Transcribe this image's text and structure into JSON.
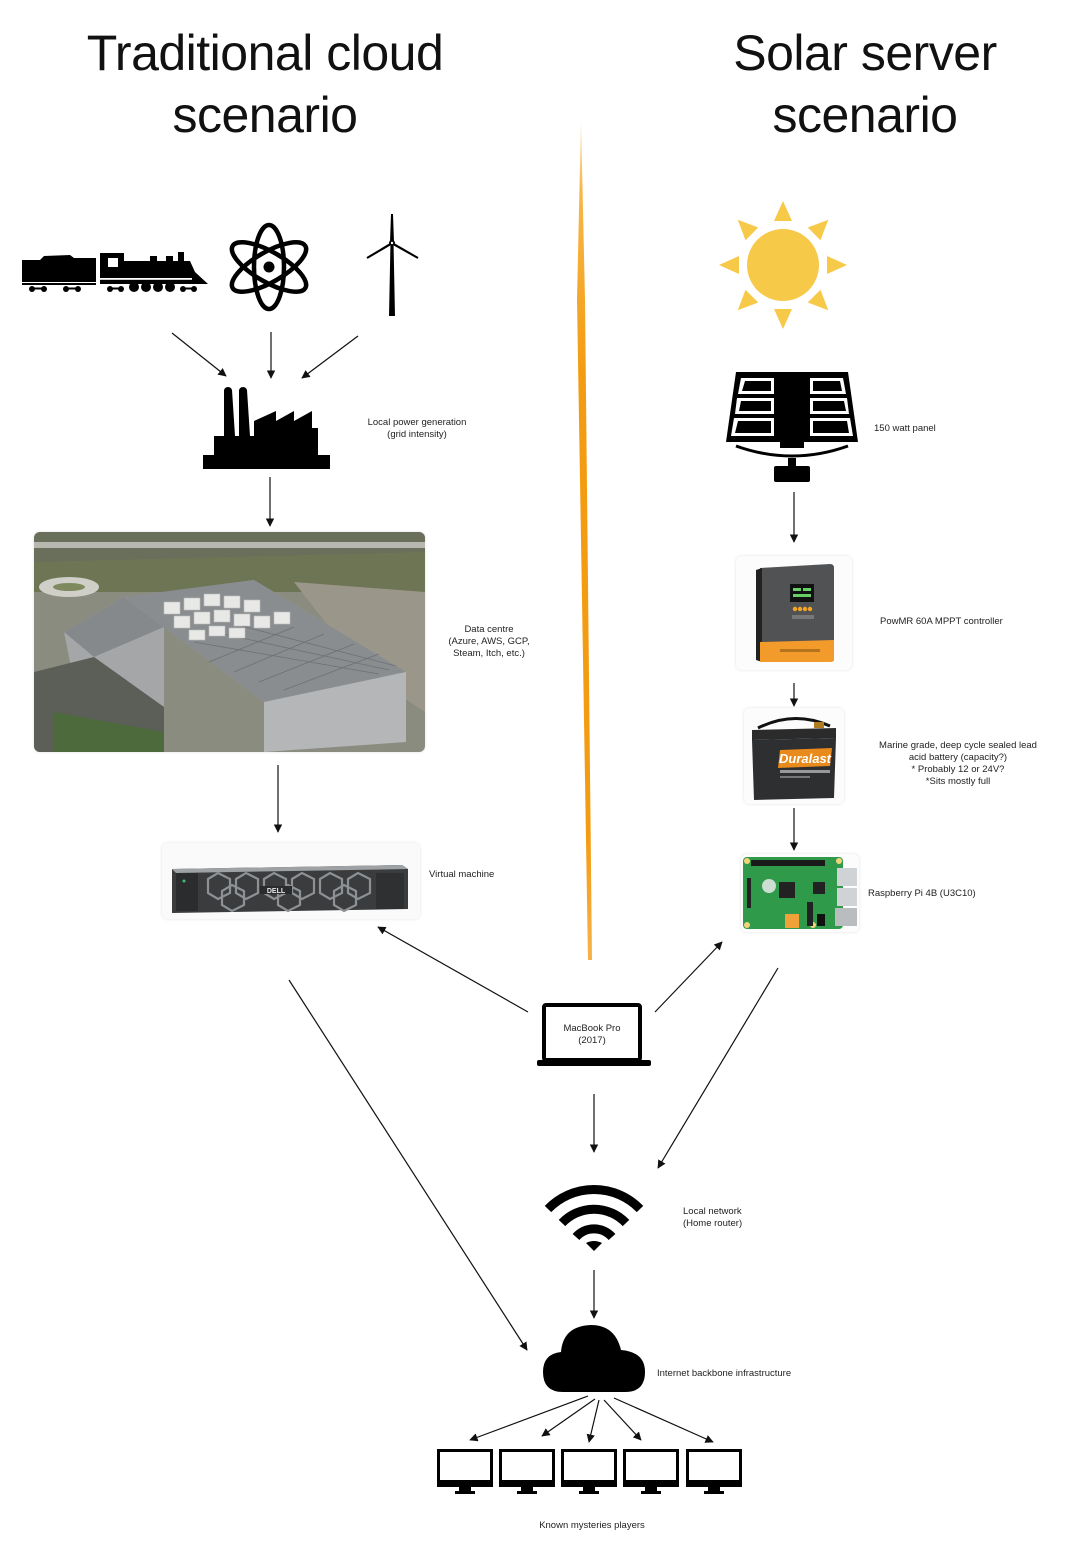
{
  "titles": {
    "left": "Traditional cloud scenario",
    "right": "Solar server scenario"
  },
  "colors": {
    "divider": "#f39c12",
    "sun": "#f7c948",
    "icon": "#000000"
  },
  "traditional": {
    "sources": [
      {
        "name": "steam-train",
        "icon": "train-icon"
      },
      {
        "name": "nuclear",
        "icon": "atom-icon"
      },
      {
        "name": "wind",
        "icon": "wind-turbine-icon"
      }
    ],
    "power_plant": {
      "label_line1": "Local power generation",
      "label_line2": "(grid intensity)"
    },
    "data_centre": {
      "label_line1": "Data centre",
      "label_line2": "(Azure, AWS, GCP,",
      "label_line3": "Steam, Itch, etc.)"
    },
    "vm": {
      "label": "Virtual machine",
      "brand": "DELL"
    }
  },
  "solar": {
    "panel": {
      "label": "150 watt panel"
    },
    "controller": {
      "label": "PowMR 60A MPPT controller"
    },
    "battery": {
      "brand": "Duralast",
      "label_line1": "Marine grade, deep cycle sealed lead",
      "label_line2": "acid battery (capacity?)",
      "label_line3": "* Probably 12 or 24V?",
      "label_line4": "*Sits mostly full"
    },
    "pi": {
      "label": "Raspberry Pi 4B (U3C10)"
    }
  },
  "shared": {
    "laptop": {
      "line1": "MacBook Pro",
      "line2": "(2017)"
    },
    "network": {
      "line1": "Local network",
      "line2": "(Home router)"
    },
    "internet": {
      "label": "Internet backbone infrastructure"
    },
    "players": {
      "label": "Known mysteries players",
      "count": 5
    }
  }
}
